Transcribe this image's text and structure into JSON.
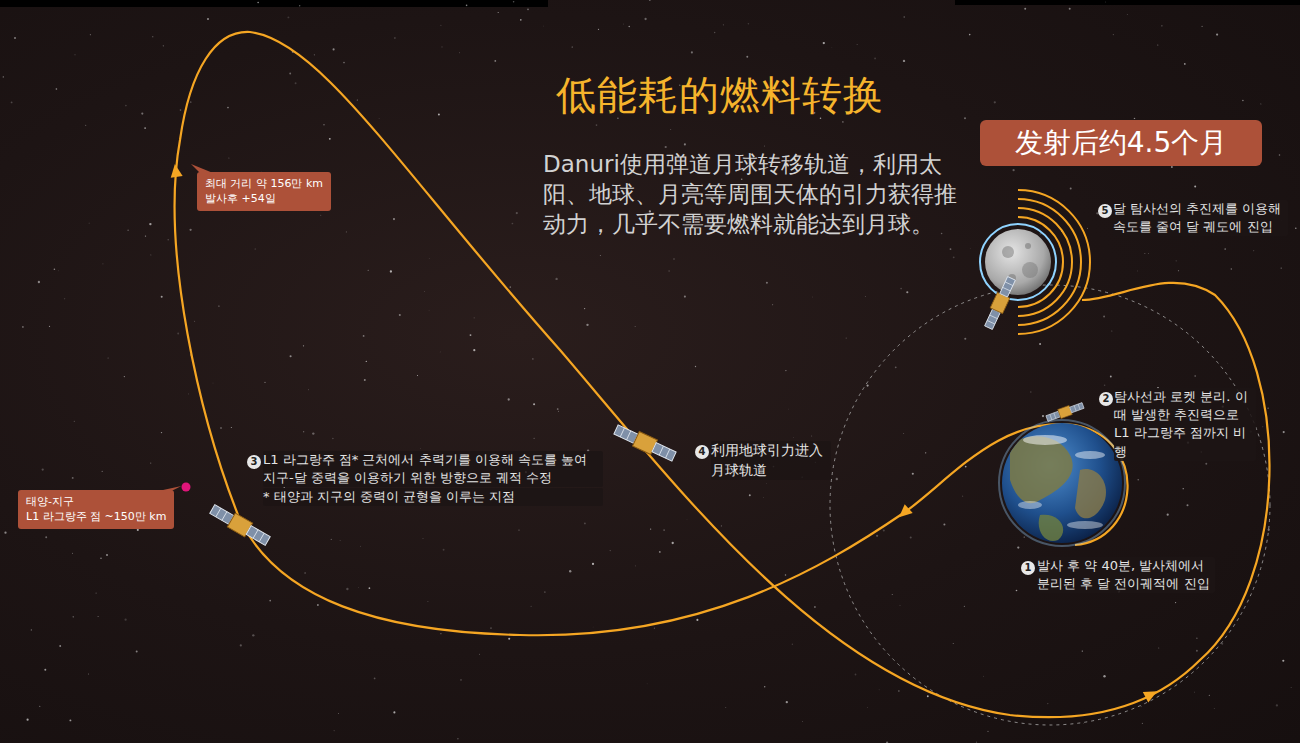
{
  "diagram": {
    "title": "低能耗的燃料转换",
    "nodes": [
      {
        "text": [
          "发射后约4.5个月"
        ]
      },
      {
        "text": [
          "최대 거리 약 156만 km",
          "발사후 +54일"
        ]
      },
      {
        "text": [
          "태양-지구",
          "L1 라그랑주 점 ~150만 km"
        ]
      }
    ],
    "labels": [
      "Danuri使用弹道月球转移轨道，利用太阳、地球、月亮等周围天体的引力获得推动力，几乎不需要燃料就能达到月球。",
      "5",
      "달 탐사선의 추진제를 이용해 속도를 줄여 달 궤도에 진입",
      "2",
      "탐사선과 로켓 분리. 이때 발생한 추진력으로 L1 라그랑주 점까지 비행",
      "4",
      "利用地球引力进入 月球轨道",
      "3",
      "L1 라그랑주 점* 근처에서 추력기를 이용해 속도를 높여 지구-달 중력을 이용하기 위한 방향으로 궤적 수정",
      "* 태양과 지구의 중력이 균형을 이루는 지점",
      "1",
      "발사 후 약 40분, 발사체에서 분리된 후 달 전이궤적에 진입"
    ]
  }
}
